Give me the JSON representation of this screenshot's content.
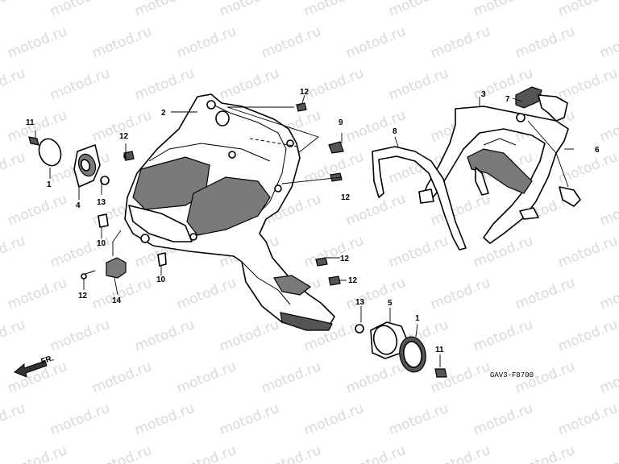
{
  "watermark": "motod.ru",
  "diagram_code": "GAV3-F0700",
  "front_arrow_label": "FR.",
  "callouts": {
    "c1a": "1",
    "c1b": "1",
    "c2": "2",
    "c3": "3",
    "c4": "4",
    "c5": "5",
    "c6": "6",
    "c7": "7",
    "c8": "8",
    "c9": "9",
    "c10a": "10",
    "c10b": "10",
    "c11a": "11",
    "c11b": "11",
    "c12a": "12",
    "c12b": "12",
    "c12c": "12",
    "c12d": "12",
    "c12e": "12",
    "c12f": "12",
    "c13a": "13",
    "c13b": "13",
    "c14": "14"
  }
}
